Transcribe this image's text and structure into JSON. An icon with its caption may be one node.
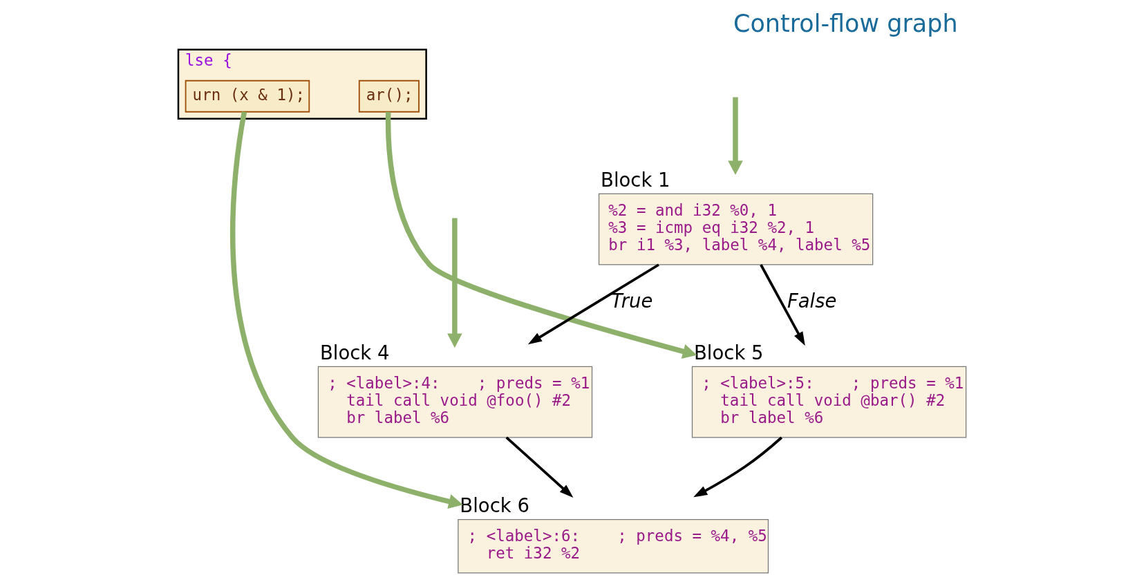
{
  "diagram": {
    "title": "Control-flow graph",
    "nodes": [
      {
        "text": [
          "lse {"
        ]
      },
      {
        "text": [
          "ar();"
        ],
        "in": 0
      },
      {
        "text": [
          "urn (x & 1);"
        ],
        "in": 0
      },
      {
        "text": [
          "Block 1",
          "%2 = and i32 %0, 1",
          "%3 = icmp eq i32 %2, 1",
          "br i1 %3, label %4, label %5"
        ]
      },
      {
        "text": [
          "Block 4",
          "; <label>:4:    ; preds = %1",
          "  tail call void @foo() #2",
          "  br label %6"
        ]
      },
      {
        "text": [
          "Block 5",
          "; <label>:5:    ; preds = %1",
          "  tail call void @bar() #2",
          "  br label %6"
        ]
      },
      {
        "text": [
          "Block 6",
          "; <label>:6:    ; preds = %4, %5",
          "  ret i32 %2"
        ]
      }
    ],
    "edges": [
      {
        "from": null,
        "to": 3,
        "arrow": "to",
        "color": "#8db06a",
        "style": "thick"
      },
      {
        "from": 3,
        "to": 4,
        "arrow": "to",
        "label": "True",
        "color": "#000000"
      },
      {
        "from": 3,
        "to": 5,
        "arrow": "to",
        "label": "False",
        "color": "#000000"
      },
      {
        "from": 1,
        "to": 5,
        "arrow": "to",
        "color": "#8db06a",
        "style": "thick"
      },
      {
        "from": 4,
        "to": 6,
        "arrow": "to",
        "color": "#000000"
      },
      {
        "from": 5,
        "to": 6,
        "arrow": "to",
        "color": "#000000"
      },
      {
        "from": 2,
        "to": 6,
        "arrow": "to",
        "color": "#8db06a",
        "style": "thick"
      },
      {
        "from": null,
        "to": 4,
        "arrow": "to",
        "color": "#8db06a",
        "style": "thick"
      }
    ]
  }
}
